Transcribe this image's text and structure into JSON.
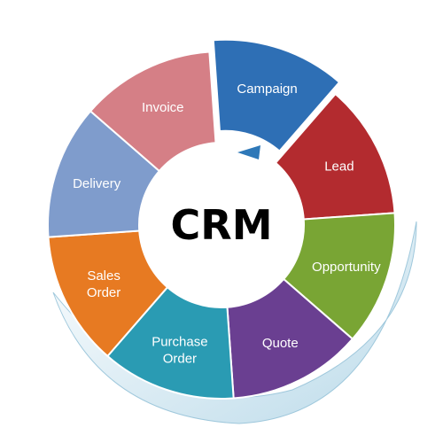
{
  "center": {
    "title": "CRM"
  },
  "colors": {
    "ring_shadow": "#cfe4ef",
    "ring_shadow_edge": "#9fc8dc",
    "hub": "#ffffff",
    "arrow": "#2e78b8"
  },
  "stages": [
    {
      "label": [
        "Campaign"
      ],
      "color": "#2e6fb5"
    },
    {
      "label": [
        "Lead"
      ],
      "color": "#b32b2f"
    },
    {
      "label": [
        "Opportunity"
      ],
      "color": "#79a534"
    },
    {
      "label": [
        "Quote"
      ],
      "color": "#6a3f91"
    },
    {
      "label": [
        "Purchase",
        "Order"
      ],
      "color": "#2a9bb3"
    },
    {
      "label": [
        "Sales",
        "Order"
      ],
      "color": "#e77a22"
    },
    {
      "label": [
        "Delivery"
      ],
      "color": "#7f9ccc"
    },
    {
      "label": [
        "Invoice"
      ],
      "color": "#d57f86"
    }
  ]
}
